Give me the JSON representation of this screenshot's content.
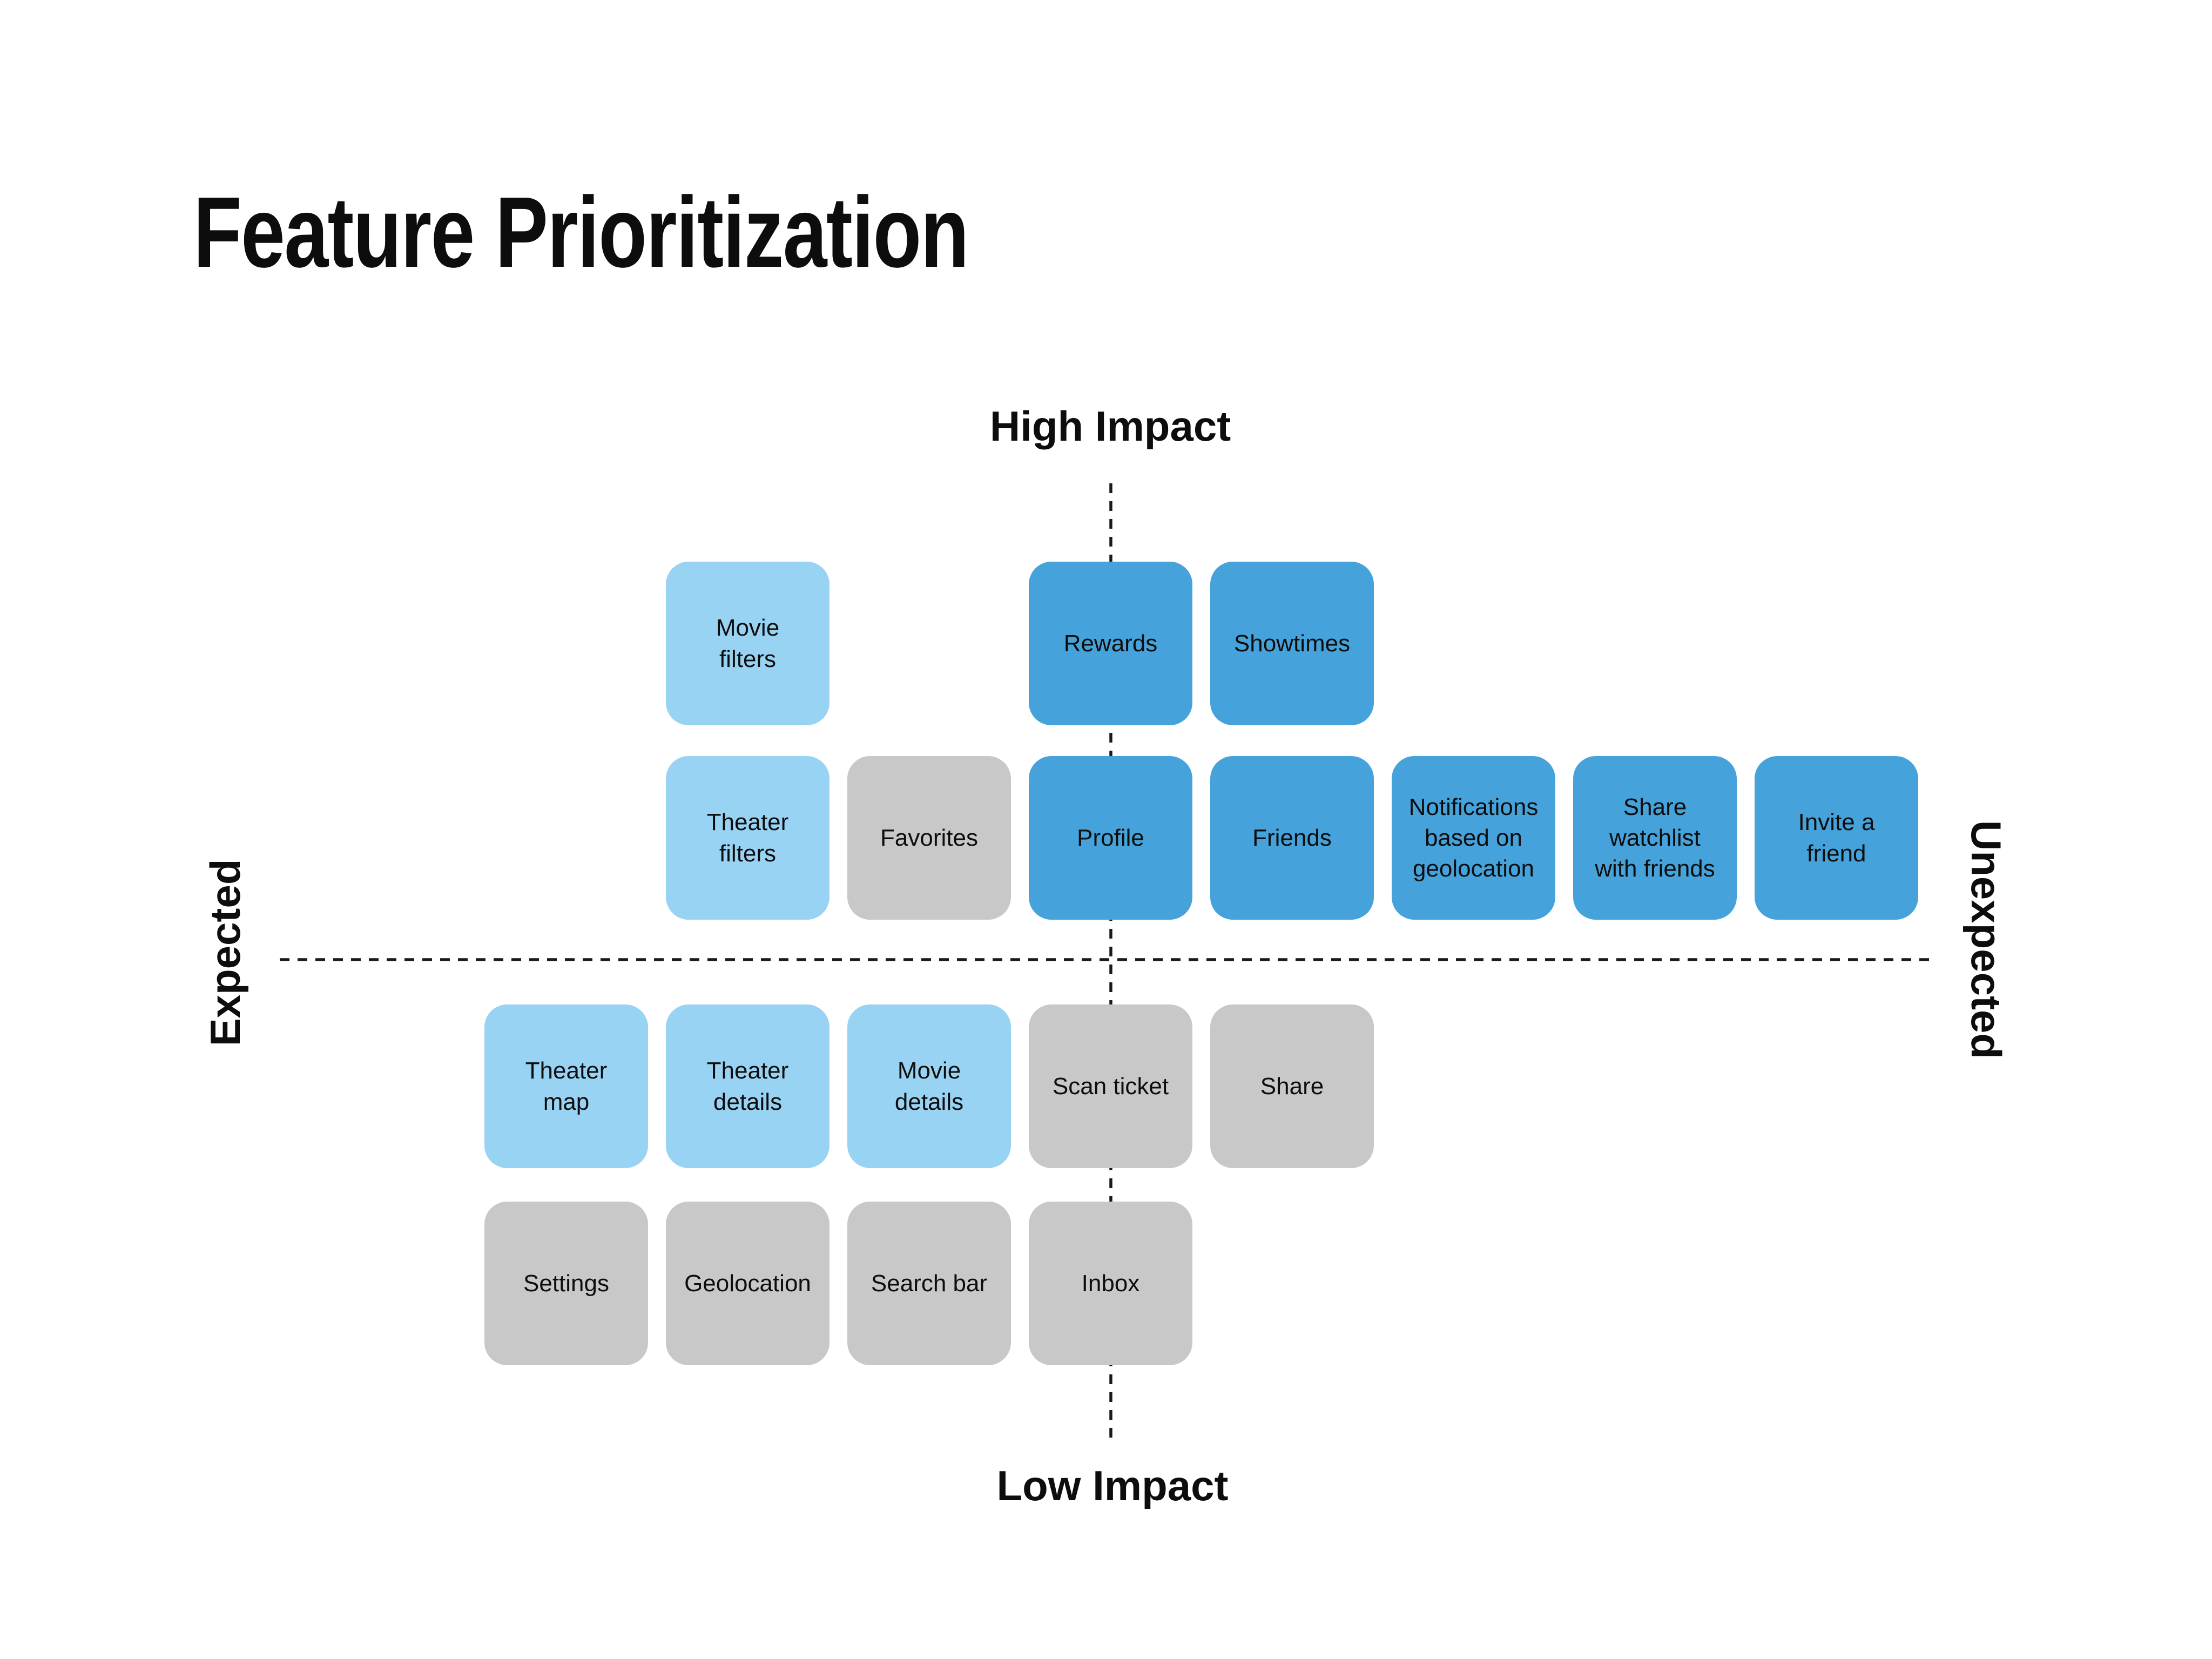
{
  "title": "Feature Prioritization",
  "axes": {
    "top_label": "High Impact",
    "bottom_label": "Low Impact",
    "left_label": "Expected",
    "right_label": "Unexpected"
  },
  "colors": {
    "light_blue": "#99D3F4",
    "blue": "#45A2DB",
    "gray": "#C8C8C8",
    "text": "#0D0D0D",
    "line": "#1A1A1A",
    "background": "#FFFFFF"
  },
  "cards": [
    {
      "label": "Movie\nfilters",
      "tone": "light_blue",
      "col": 2,
      "row": 1
    },
    {
      "label": "Rewards",
      "tone": "blue",
      "col": 4,
      "row": 1
    },
    {
      "label": "Showtimes",
      "tone": "blue",
      "col": 5,
      "row": 1
    },
    {
      "label": "Theater\nfilters",
      "tone": "light_blue",
      "col": 2,
      "row": 2
    },
    {
      "label": "Favorites",
      "tone": "gray",
      "col": 3,
      "row": 2
    },
    {
      "label": "Profile",
      "tone": "blue",
      "col": 4,
      "row": 2
    },
    {
      "label": "Friends",
      "tone": "blue",
      "col": 5,
      "row": 2
    },
    {
      "label": "Notifications\nbased on\ngeolocation",
      "tone": "blue",
      "col": 6,
      "row": 2
    },
    {
      "label": "Share\nwatchlist\nwith friends",
      "tone": "blue",
      "col": 7,
      "row": 2
    },
    {
      "label": "Invite a\nfriend",
      "tone": "blue",
      "col": 8,
      "row": 2
    },
    {
      "label": "Theater\nmap",
      "tone": "light_blue",
      "col": 1,
      "row": 3
    },
    {
      "label": "Theater\ndetails",
      "tone": "light_blue",
      "col": 2,
      "row": 3
    },
    {
      "label": "Movie\ndetails",
      "tone": "light_blue",
      "col": 3,
      "row": 3
    },
    {
      "label": "Scan ticket",
      "tone": "gray",
      "col": 4,
      "row": 3
    },
    {
      "label": "Share",
      "tone": "gray",
      "col": 5,
      "row": 3
    },
    {
      "label": "Settings",
      "tone": "gray",
      "col": 1,
      "row": 4
    },
    {
      "label": "Geolocation",
      "tone": "gray",
      "col": 2,
      "row": 4
    },
    {
      "label": "Search bar",
      "tone": "gray",
      "col": 3,
      "row": 4
    },
    {
      "label": "Inbox",
      "tone": "gray",
      "col": 4,
      "row": 4
    }
  ]
}
